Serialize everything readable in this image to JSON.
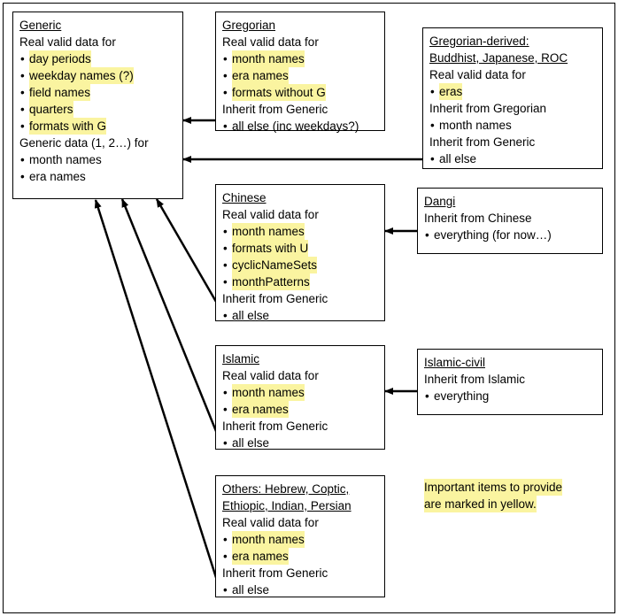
{
  "diagram": {
    "boxes": {
      "generic": {
        "title": "Generic",
        "lines": [
          {
            "text": "Real valid data for",
            "type": "plain",
            "hl": false
          },
          {
            "text": "day periods",
            "type": "bullet",
            "hl": true
          },
          {
            "text": "weekday names (?)",
            "type": "bullet",
            "hl": true
          },
          {
            "text": "field names",
            "type": "bullet",
            "hl": true
          },
          {
            "text": "quarters",
            "type": "bullet",
            "hl": true
          },
          {
            "text": "formats with G",
            "type": "bullet",
            "hl": true
          },
          {
            "text": "Generic data (1, 2…) for",
            "type": "plain",
            "hl": false
          },
          {
            "text": "month names",
            "type": "bullet",
            "hl": false
          },
          {
            "text": "era names",
            "type": "bullet",
            "hl": false
          }
        ]
      },
      "gregorian": {
        "title": "Gregorian",
        "lines": [
          {
            "text": "Real valid data for",
            "type": "plain",
            "hl": false
          },
          {
            "text": "month names",
            "type": "bullet",
            "hl": true
          },
          {
            "text": "era names",
            "type": "bullet",
            "hl": true
          },
          {
            "text": "formats without G",
            "type": "bullet",
            "hl": true
          },
          {
            "text": "Inherit from Generic",
            "type": "plain",
            "hl": false
          },
          {
            "text": "all else (inc weekdays?)",
            "type": "bullet",
            "hl": false
          }
        ]
      },
      "gregorian_derived": {
        "title": "Gregorian-derived:",
        "title2": "Buddhist, Japanese, ROC",
        "lines": [
          {
            "text": "Real valid data for",
            "type": "plain",
            "hl": false
          },
          {
            "text": "eras",
            "type": "bullet",
            "hl": true
          },
          {
            "text": "Inherit from Gregorian",
            "type": "plain",
            "hl": false
          },
          {
            "text": "month names",
            "type": "bullet",
            "hl": false
          },
          {
            "text": "Inherit from Generic",
            "type": "plain",
            "hl": false
          },
          {
            "text": "all else",
            "type": "bullet",
            "hl": false
          }
        ]
      },
      "chinese": {
        "title": "Chinese",
        "lines": [
          {
            "text": "Real valid data for",
            "type": "plain",
            "hl": false
          },
          {
            "text": "month names",
            "type": "bullet",
            "hl": true
          },
          {
            "text": "formats with U",
            "type": "bullet",
            "hl": true
          },
          {
            "text": "cyclicNameSets",
            "type": "bullet",
            "hl": true
          },
          {
            "text": "monthPatterns",
            "type": "bullet",
            "hl": true
          },
          {
            "text": "Inherit from Generic",
            "type": "plain",
            "hl": false
          },
          {
            "text": "all else",
            "type": "bullet",
            "hl": false
          }
        ]
      },
      "dangi": {
        "title": "Dangi",
        "lines": [
          {
            "text": "Inherit from Chinese",
            "type": "plain",
            "hl": false
          },
          {
            "text": "everything (for now…)",
            "type": "bullet",
            "hl": false
          }
        ]
      },
      "islamic": {
        "title": "Islamic",
        "lines": [
          {
            "text": "Real valid data for",
            "type": "plain",
            "hl": false
          },
          {
            "text": "month names",
            "type": "bullet",
            "hl": true
          },
          {
            "text": "era names",
            "type": "bullet",
            "hl": true
          },
          {
            "text": "Inherit from Generic",
            "type": "plain",
            "hl": false
          },
          {
            "text": "all else",
            "type": "bullet",
            "hl": false
          }
        ]
      },
      "islamic_civil": {
        "title": "Islamic-civil",
        "lines": [
          {
            "text": "Inherit from Islamic",
            "type": "plain",
            "hl": false
          },
          {
            "text": "everything",
            "type": "bullet",
            "hl": false
          }
        ]
      },
      "others": {
        "title": "Others: Hebrew, Coptic,",
        "title2": "Ethiopic, Indian, Persian",
        "lines": [
          {
            "text": "Real valid data for",
            "type": "plain",
            "hl": false
          },
          {
            "text": "month names",
            "type": "bullet",
            "hl": true
          },
          {
            "text": "era names",
            "type": "bullet",
            "hl": true
          },
          {
            "text": "Inherit from Generic",
            "type": "plain",
            "hl": false
          },
          {
            "text": "all else",
            "type": "bullet",
            "hl": false
          }
        ]
      }
    },
    "legend": {
      "line1": "Important items to provide",
      "line2": "are marked in yellow."
    },
    "colors": {
      "highlight": "#faf4a0",
      "stroke": "#000000",
      "background": "#ffffff"
    }
  }
}
